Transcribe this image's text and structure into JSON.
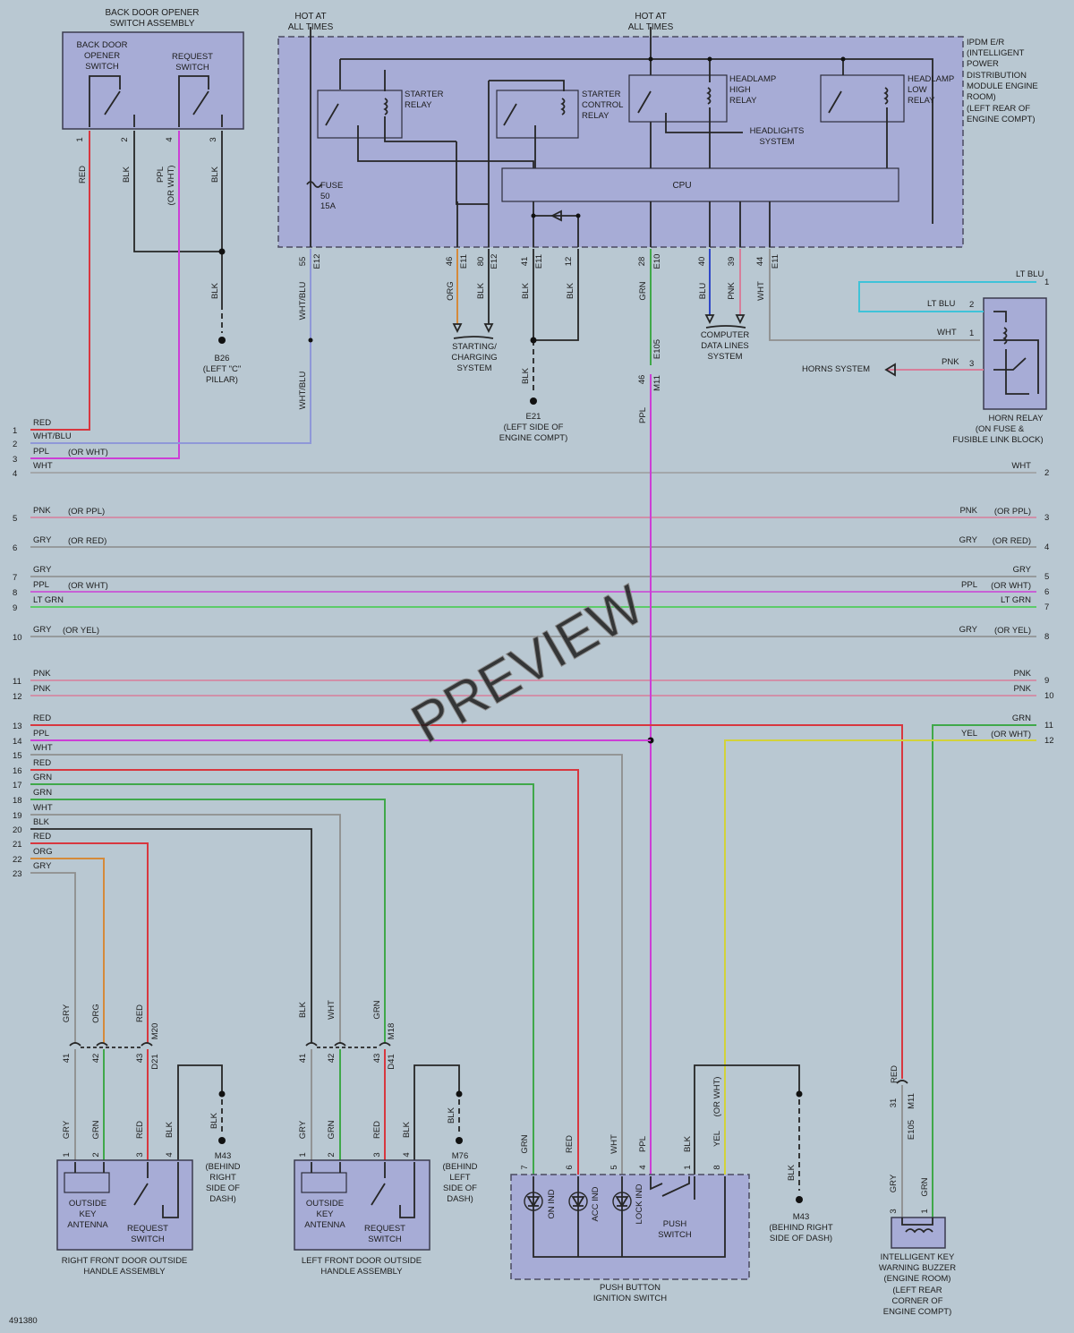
{
  "ref_number": "491380",
  "watermark": "PREVIEW",
  "components": {
    "back_door_opener_assembly": {
      "title1": "BACK DOOR OPENER",
      "title2": "SWITCH ASSEMBLY",
      "opener_line1": "BACK DOOR",
      "opener_line2": "OPENER",
      "opener_line3": "SWITCH",
      "request_line1": "REQUEST",
      "request_line2": "SWITCH",
      "pins": [
        "1",
        "2",
        "4",
        "3"
      ]
    },
    "ipdm": {
      "line1": "IPDM E/R",
      "line2": "(INTELLIGENT",
      "line3": "POWER",
      "line4": "DISTRIBUTION",
      "line5": "MODULE ENGINE",
      "line6": "ROOM)",
      "line7": "(LEFT REAR OF",
      "line8": "ENGINE COMPT)",
      "hot_left1": "HOT AT",
      "hot_left2": "ALL TIMES",
      "hot_right1": "HOT AT",
      "hot_right2": "ALL TIMES",
      "starter_relay1": "STARTER",
      "starter_relay2": "RELAY",
      "starter_ctrl1": "STARTER",
      "starter_ctrl2": "CONTROL",
      "starter_ctrl3": "RELAY",
      "hl_high1": "HEADLAMP",
      "hl_high2": "HIGH",
      "hl_high3": "RELAY",
      "hl_low1": "HEADLAMP",
      "hl_low2": "LOW",
      "hl_low3": "RELAY",
      "headlights1": "HEADLIGHTS",
      "headlights2": "SYSTEM",
      "cpu": "CPU",
      "fuse1": "FUSE",
      "fuse2": "50",
      "fuse3": "15A",
      "pins": [
        "55",
        "46",
        "80",
        "41",
        "12",
        "28",
        "40",
        "39",
        "44"
      ],
      "conn": [
        "E12",
        "E11",
        "E12",
        "E11",
        "E10",
        "E11"
      ]
    },
    "horn_relay": {
      "line1": "HORN RELAY",
      "line2": "(ON FUSE &",
      "line3": "FUSIBLE LINK BLOCK)",
      "pins": [
        "2",
        "1",
        "3"
      ],
      "horns": "HORNS SYSTEM",
      "wire_ltblu": "LT BLU",
      "wire_ltblu2": "LT BLU",
      "wire_wht": "WHT",
      "wire_pnk": "PNK"
    },
    "starting": {
      "line1": "STARTING/",
      "line2": "CHARGING",
      "line3": "SYSTEM"
    },
    "comp_data": {
      "line1": "COMPUTER",
      "line2": "DATA LINES",
      "line3": "SYSTEM"
    },
    "grounds": {
      "b26": [
        "B26",
        "(LEFT \"C\"",
        "PILLAR)"
      ],
      "e21": [
        "E21",
        "(LEFT SIDE OF",
        "ENGINE COMPT)"
      ],
      "m43a": [
        "M43",
        "(BEHIND",
        "RIGHT",
        "SIDE OF",
        "DASH)"
      ],
      "m76": [
        "M76",
        "(BEHIND",
        "LEFT",
        "SIDE OF",
        "DASH)"
      ],
      "m43b": [
        "M43",
        "(BEHIND RIGHT",
        "SIDE OF DASH)"
      ]
    },
    "right_handle": {
      "title1": "RIGHT FRONT DOOR OUTSIDE",
      "title2": "HANDLE ASSEMBLY",
      "ant1": "OUTSIDE",
      "ant2": "KEY",
      "ant3": "ANTENNA",
      "req1": "REQUEST",
      "req2": "SWITCH",
      "pins": [
        "1",
        "2",
        "3",
        "4"
      ],
      "upper_pins": [
        "41",
        "42",
        "43"
      ],
      "conn": [
        "M20",
        "D21"
      ]
    },
    "left_handle": {
      "title1": "LEFT FRONT DOOR OUTSIDE",
      "title2": "HANDLE ASSEMBLY",
      "ant1": "OUTSIDE",
      "ant2": "KEY",
      "ant3": "ANTENNA",
      "req1": "REQUEST",
      "req2": "SWITCH",
      "pins": [
        "1",
        "2",
        "3",
        "4"
      ],
      "upper_pins": [
        "41",
        "42",
        "43"
      ],
      "conn": [
        "M18",
        "D41"
      ]
    },
    "push_button": {
      "title1": "PUSH BUTTON",
      "title2": "IGNITION SWITCH",
      "on": "ON IND",
      "acc": "ACC IND",
      "lock": "LOCK IND",
      "sw1": "PUSH",
      "sw2": "SWITCH",
      "pins": [
        "7",
        "6",
        "5",
        "4",
        "1",
        "8"
      ]
    },
    "buzzer": {
      "line1": "INTELLIGENT KEY",
      "line2": "WARNING BUZZER",
      "line3": "(ENGINE ROOM)",
      "line4": "(LEFT REAR",
      "line5": "CORNER OF",
      "line6": "ENGINE COMPT)",
      "pins": [
        "31",
        "3",
        "1"
      ],
      "conn": [
        "M11",
        "E105"
      ]
    }
  },
  "vertical_labels": {
    "bd_red": "RED",
    "bd_blk": "BLK",
    "bd_ppl": "PPL",
    "bd_orwht": "(OR WHT)",
    "bd_blk2": "BLK",
    "bd_blk3": "BLK",
    "whtblu1": "WHT/BLU",
    "whtblu2": "WHT/BLU",
    "org": "ORG",
    "blk80": "BLK",
    "blk41": "BLK",
    "blk12": "BLK",
    "blk_e21": "BLK",
    "grn28": "GRN",
    "blu40": "BLU",
    "pnk39": "PNK",
    "wht44": "WHT",
    "ppl46": "PPL",
    "pin46": "46",
    "conn_e105": "E105",
    "conn_m11": "M11",
    "rh_gry": "GRY",
    "rh_org": "ORG",
    "rh_red": "RED",
    "rh_gry2": "GRY",
    "rh_grn": "GRN",
    "rh_red2": "RED",
    "rh_blk": "BLK",
    "rh_blk2": "BLK",
    "lh_blk": "BLK",
    "lh_wht": "WHT",
    "lh_grn": "GRN",
    "lh_gry": "GRY",
    "lh_grn2": "GRN",
    "lh_red": "RED",
    "lh_blk2": "BLK",
    "lh_blk3": "BLK",
    "pb_grn": "GRN",
    "pb_red": "RED",
    "pb_wht": "WHT",
    "pb_ppl": "PPL",
    "pb_blk": "BLK",
    "pb_yel": "YEL",
    "pb_orwht": "(OR WHT)",
    "pb_blk2": "BLK",
    "bz_red": "RED",
    "bz_gry": "GRY",
    "bz_grn": "GRN"
  },
  "left_terminals": [
    {
      "n": "1",
      "label": "RED",
      "alt": ""
    },
    {
      "n": "2",
      "label": "WHT/BLU",
      "alt": ""
    },
    {
      "n": "3",
      "label": "PPL",
      "alt": "(OR WHT)"
    },
    {
      "n": "4",
      "label": "WHT",
      "alt": ""
    },
    {
      "n": "5",
      "label": "PNK",
      "alt": "(OR PPL)"
    },
    {
      "n": "6",
      "label": "GRY",
      "alt": "(OR RED)"
    },
    {
      "n": "7",
      "label": "GRY",
      "alt": ""
    },
    {
      "n": "8",
      "label": "PPL",
      "alt": "(OR WHT)"
    },
    {
      "n": "9",
      "label": "LT GRN",
      "alt": ""
    },
    {
      "n": "10",
      "label": "GRY",
      "alt": "(OR YEL)"
    },
    {
      "n": "11",
      "label": "PNK",
      "alt": ""
    },
    {
      "n": "12",
      "label": "PNK",
      "alt": ""
    },
    {
      "n": "13",
      "label": "RED",
      "alt": ""
    },
    {
      "n": "14",
      "label": "PPL",
      "alt": ""
    },
    {
      "n": "15",
      "label": "WHT",
      "alt": ""
    },
    {
      "n": "16",
      "label": "RED",
      "alt": ""
    },
    {
      "n": "17",
      "label": "GRN",
      "alt": ""
    },
    {
      "n": "18",
      "label": "GRN",
      "alt": ""
    },
    {
      "n": "19",
      "label": "WHT",
      "alt": ""
    },
    {
      "n": "20",
      "label": "BLK",
      "alt": ""
    },
    {
      "n": "21",
      "label": "RED",
      "alt": ""
    },
    {
      "n": "22",
      "label": "ORG",
      "alt": ""
    },
    {
      "n": "23",
      "label": "GRY",
      "alt": ""
    }
  ],
  "right_terminals": [
    {
      "n": "1",
      "label": "LT BLU",
      "alt": ""
    },
    {
      "n": "2",
      "label": "WHT",
      "alt": ""
    },
    {
      "n": "3",
      "label": "PNK",
      "alt": "(OR PPL)"
    },
    {
      "n": "4",
      "label": "GRY",
      "alt": "(OR RED)"
    },
    {
      "n": "5",
      "label": "GRY",
      "alt": ""
    },
    {
      "n": "6",
      "label": "PPL",
      "alt": "(OR WHT)"
    },
    {
      "n": "7",
      "label": "LT GRN",
      "alt": ""
    },
    {
      "n": "8",
      "label": "GRY",
      "alt": "(OR YEL)"
    },
    {
      "n": "9",
      "label": "PNK",
      "alt": ""
    },
    {
      "n": "10",
      "label": "PNK",
      "alt": ""
    },
    {
      "n": "11",
      "label": "GRN",
      "alt": ""
    },
    {
      "n": "12",
      "label": "YEL",
      "alt": "(OR WHT)"
    }
  ],
  "wire_colors": {
    "red": "#d8373f",
    "blk": "#262626",
    "ppl": "#cc3fd6",
    "wht": "#9c9c9c",
    "whtblu": "#8f98d8",
    "org": "#d58a3a",
    "grn": "#40a84a",
    "blu": "#2f47c7",
    "pnk": "#d77e9a",
    "gry": "#8a8a8a",
    "ltblu": "#3fc3d8",
    "ltgrn": "#3fcc48",
    "yel": "#d2d23a"
  }
}
